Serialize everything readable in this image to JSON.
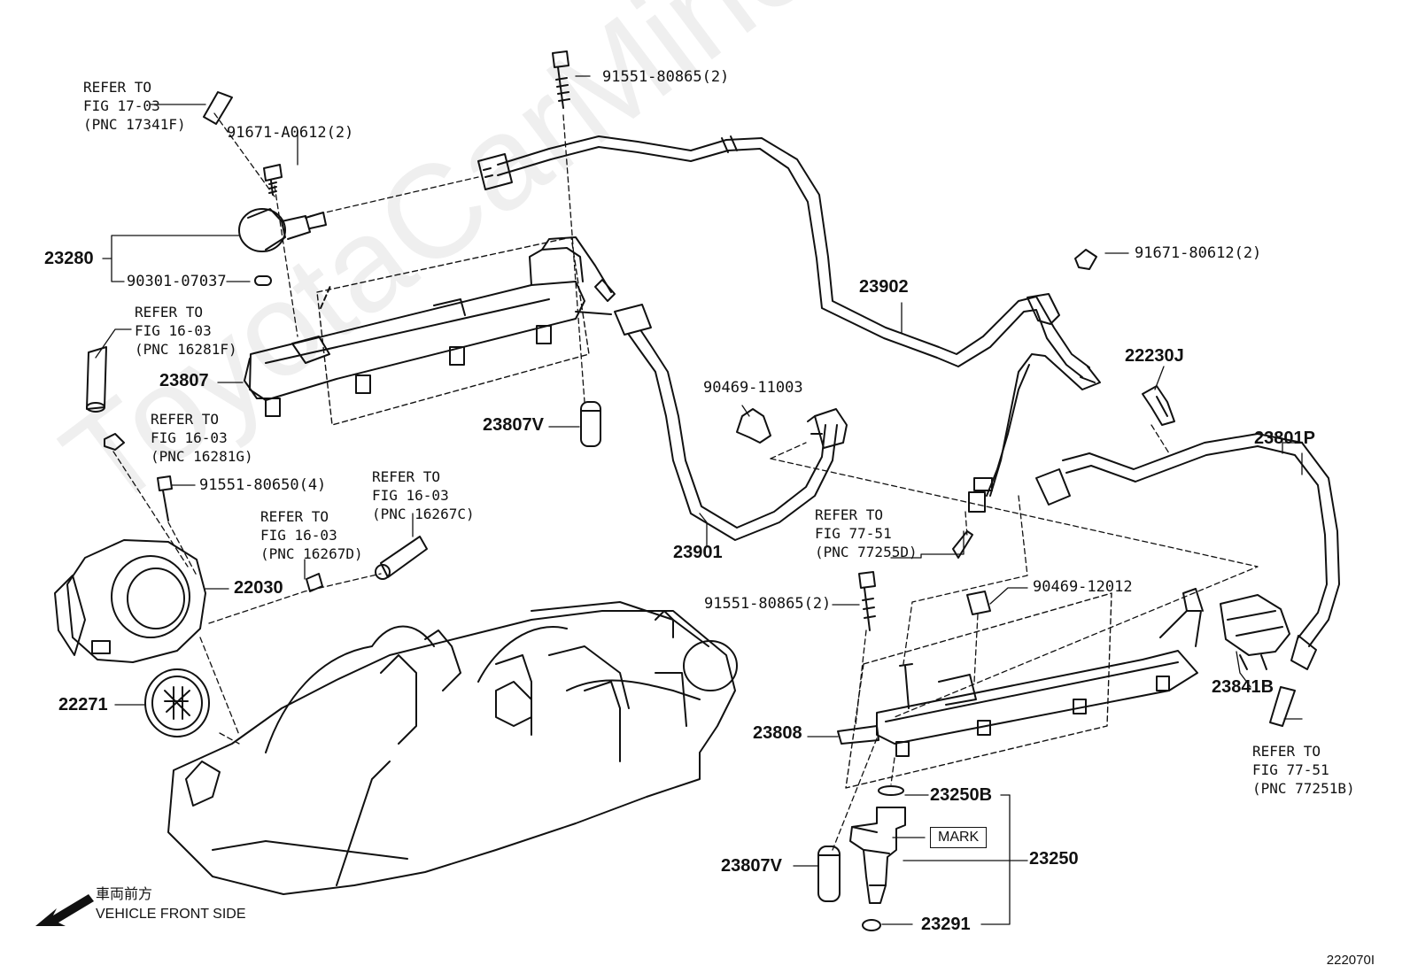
{
  "watermark": "ToyotaCarMine.ru",
  "labels": {
    "p23280": "23280",
    "p90301": "90301-07037",
    "p91671a": "91671-A0612(2)",
    "p91551a": "91551-80865(2)",
    "p91671b": "91671-80612(2)",
    "p23902": "23902",
    "p23807": "23807",
    "p23807v1": "23807V",
    "p90469a": "90469-11003",
    "p22230j": "22230J",
    "p23801p": "23801P",
    "p91551b": "91551-80650(4)",
    "p22030": "22030",
    "p22271": "22271",
    "p23901": "23901",
    "p91551c": "91551-80865(2)",
    "p90469b": "90469-12012",
    "p23841b": "23841B",
    "p23808": "23808",
    "p23250b": "23250B",
    "p23250": "23250",
    "p23807v2": "23807V",
    "p23291": "23291",
    "mark": "MARK"
  },
  "refs": [
    {
      "l1": "REFER TO",
      "l2": "FIG 17-03",
      "l3": "(PNC 17341F)"
    },
    {
      "l1": "REFER TO",
      "l2": "FIG 16-03",
      "l3": "(PNC 16281F)"
    },
    {
      "l1": "REFER TO",
      "l2": "FIG 16-03",
      "l3": "(PNC 16281G)"
    },
    {
      "l1": "REFER TO",
      "l2": "FIG 16-03",
      "l3": "(PNC 16267C)"
    },
    {
      "l1": "REFER TO",
      "l2": "FIG 16-03",
      "l3": "(PNC 16267D)"
    },
    {
      "l1": "REFER TO",
      "l2": "FIG 77-51",
      "l3": "(PNC 77255D)"
    },
    {
      "l1": "REFER TO",
      "l2": "FIG 77-51",
      "l3": "(PNC 77251B)"
    }
  ],
  "front": {
    "jp": "車両前方",
    "en": "VEHICLE FRONT SIDE"
  },
  "figure_code": "222070I",
  "icons": {
    "front_arrow": "arrow-down-left-icon"
  }
}
